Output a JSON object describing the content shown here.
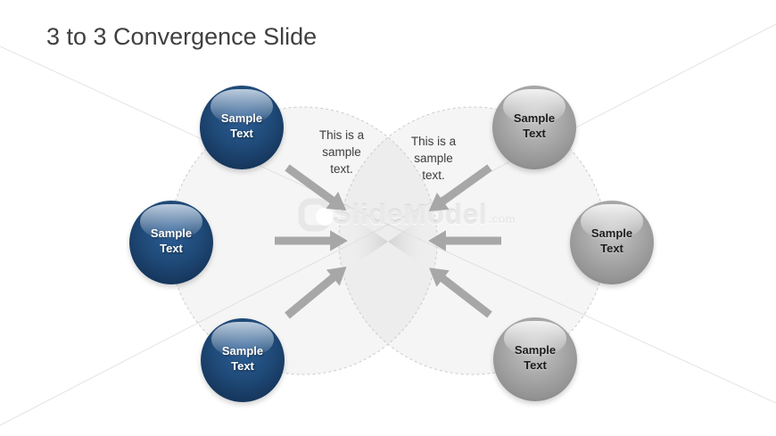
{
  "slide": {
    "title": "3 to 3 Convergence Slide"
  },
  "captions": {
    "left": "This is a\nsample\ntext.",
    "right": "This is a\nsample\ntext."
  },
  "spheres": {
    "left": [
      {
        "label": "Sample\nText"
      },
      {
        "label": "Sample\nText"
      },
      {
        "label": "Sample\nText"
      }
    ],
    "right": [
      {
        "label": "Sample\nText"
      },
      {
        "label": "Sample\nText"
      },
      {
        "label": "Sample\nText"
      }
    ]
  },
  "watermark": {
    "brand": "SlideModel",
    "suffix": ".com"
  },
  "colors": {
    "title": "#404040",
    "caption": "#3D3D3D",
    "arrow": "#A7A7A7",
    "blue_sphere": "#1F4A78",
    "gray_sphere": "#A6A6A6",
    "circle_stroke": "#CBCBCB"
  }
}
